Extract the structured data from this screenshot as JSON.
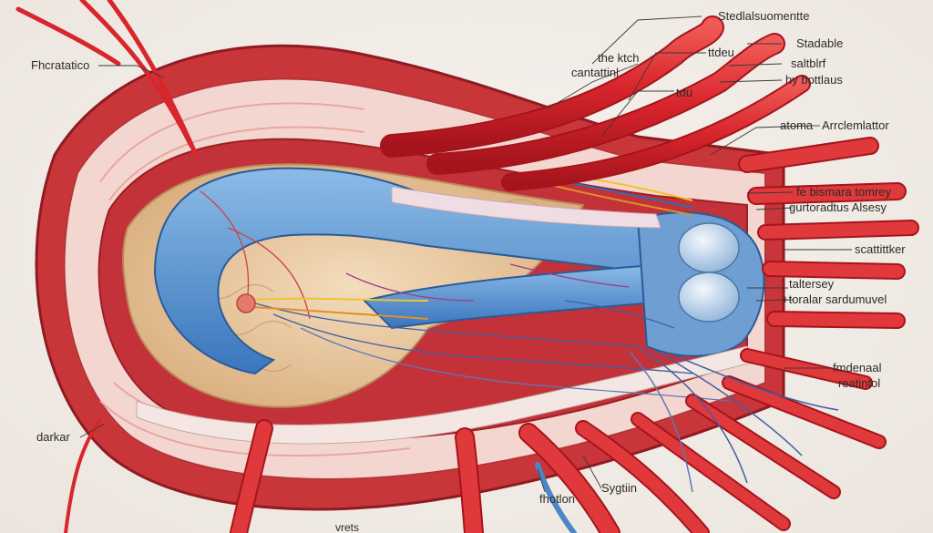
{
  "labels": {
    "top_right_title": "Stedlalsuomentte",
    "left_top": "Fhcratatico",
    "center_top_1": "the ktch",
    "center_top_2": "cantattinl",
    "upper_ttdeu": "ttdeu",
    "upper_tdu": "tdu",
    "right_1": "Stadable",
    "right_2": "saltblrf",
    "right_3": "hy bottlaus",
    "right_4": "atoma",
    "right_5": "Arrclemlattor",
    "right_6": "fe bismara tomrey",
    "right_7": "gurtoradtus Alsesy",
    "right_8": "scattittker",
    "right_9": "taltersey",
    "right_10": "+toralar sardumuvel",
    "right_11": "fmdenaal",
    "right_12": "reatintol",
    "bottom_left": "darkar",
    "bottom_1": "fhotlon",
    "bottom_2": "Sygtiin",
    "bottom_3": "vrets"
  },
  "colors": {
    "artery_red": "#d9252c",
    "muscle_red": "#c8363a",
    "vein_blue": "#4a86c8",
    "tissue_beige": "#e8c7a0",
    "nerve_yellow": "#f2c230",
    "background": "#f1ece7"
  }
}
